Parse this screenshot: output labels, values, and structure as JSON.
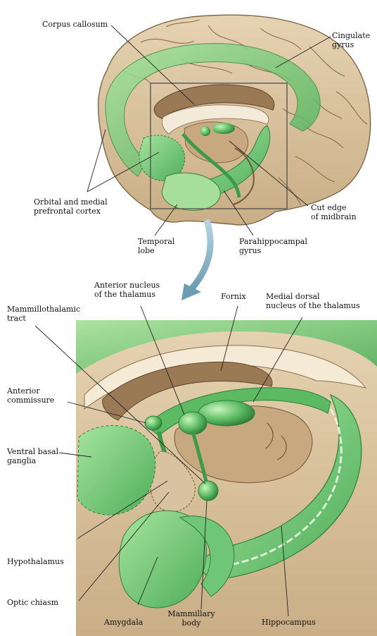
{
  "top_panel": {
    "labels": {
      "corpus_callosum": "Corpus callosum",
      "cingulate_gyrus": "Cingulate\ngyrus",
      "orbital_medial_prefrontal": "Orbital and medial\nprefrontal cortex",
      "cut_edge_midbrain": "Cut edge\nof midbrain",
      "temporal_lobe": "Temporal\nlobe",
      "parahippocampal_gyrus": "Parahippocampal\ngyrus"
    }
  },
  "bottom_panel": {
    "labels": {
      "anterior_nucleus": "Anterior nucleus\nof the thalamus",
      "fornix": "Fornix",
      "medial_dorsal_nucleus": "Medial dorsal\nnucleus of the thalamus",
      "mammillothalamic_tract": "Mammillothalamic\ntract",
      "anterior_commissure": "Anterior\ncommissure",
      "ventral_basal_ganglia": "Ventral basal\nganglia",
      "hypothalamus": "Hypothalamus",
      "optic_chiasm": "Optic chiasm",
      "amygdala": "Amygdala",
      "mammillary_body": "Mammillary\nbody",
      "hippocampus": "Hippocampus"
    }
  },
  "colors": {
    "cortex_tan": "#dcc6a2",
    "cortex_shadow": "#b89a72",
    "limbic_green": "#7cd07c",
    "limbic_green_dark": "#3e9a4a",
    "ventricle_brown": "#9a7a55",
    "inset_frame": "#555555",
    "zoom_arrow": "#8fb8c8"
  }
}
